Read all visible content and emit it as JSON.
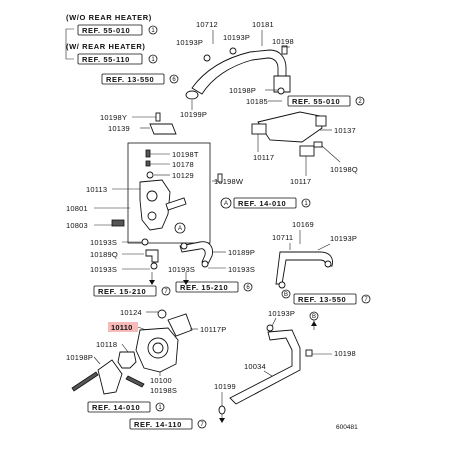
{
  "header": {
    "wo_rear_heater": "(W/O REAR HEATER)",
    "w_rear_heater": "(W/ REAR HEATER)"
  },
  "refs": {
    "r55_010_a": "REF. 55-010",
    "r55_110": "REF. 55-110",
    "r13_550_top": "REF. 13-550",
    "r55_010_b": "REF. 55-010",
    "r14_010_mid": "REF. 14-010",
    "r15_210_l": "REF. 15-210",
    "r15_210_r": "REF. 15-210",
    "r13_550_r": "REF. 13-550",
    "r14_010_bot": "REF. 14-010",
    "r14_110": "REF. 14-110"
  },
  "ref_marks": {
    "m1": "1",
    "m2": "1",
    "m3": "6",
    "m4": "2",
    "m5": "1",
    "m6": "7",
    "m7": "6",
    "m8": "7",
    "m9": "1",
    "m10": "7"
  },
  "callouts": {
    "a1": "A",
    "a2": "A",
    "b1": "B",
    "b2": "B"
  },
  "parts": {
    "p10712": "10712",
    "p10181": "10181",
    "p10193p_a": "10193P",
    "p10193p_b": "10193P",
    "p10198": "10198",
    "p10198p_a": "10198P",
    "p10185": "10185",
    "p10199p": "10199P",
    "p10198y": "10198Y",
    "p10139": "10139",
    "p10137": "10137",
    "p10117_a": "10117",
    "p10117_b": "10117",
    "p10198q": "10198Q",
    "p10198t": "10198T",
    "p10178": "10178",
    "p10129": "10129",
    "p10113": "10113",
    "p10198w": "10198W",
    "p10801": "10801",
    "p10803": "10803",
    "p10193s_a": "10193S",
    "p10189q": "10189Q",
    "p10193s_b": "10193S",
    "p10193s_c": "10193S",
    "p10193s_d": "10193S",
    "p10189p": "10189P",
    "p10169": "10169",
    "p10711": "10711",
    "p10193p_c": "10193P",
    "p10124": "10124",
    "p10117p": "10117P",
    "p10110": "10110",
    "p10118": "10118",
    "p10198p_b": "10198P",
    "p10198s": "10198S",
    "p10100": "10100",
    "p10193p_d": "10193P",
    "p10198_b": "10198",
    "p10034": "10034",
    "p10199": "10199"
  },
  "footer": {
    "code": "600481"
  },
  "colors": {
    "highlight": "#f8b9b9",
    "ink": "#111111"
  }
}
